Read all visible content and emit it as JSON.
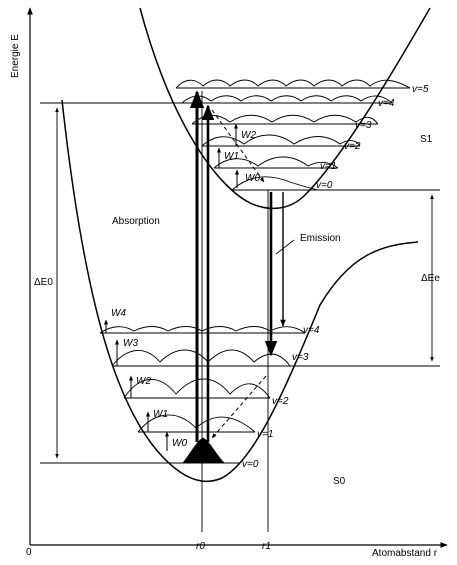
{
  "axes": {
    "y_label": "Energie E",
    "x_label": "Atomabstand r",
    "origin": "0",
    "r0": "r0",
    "r1": "r1"
  },
  "labels": {
    "absorption": "Absorption",
    "emission": "Emission",
    "delta_e0": "ΔE0",
    "delta_ee": "ΔEe",
    "s0": "S0",
    "s1": "S1"
  },
  "upper_levels": [
    "v=0",
    "v=1",
    "v=2",
    "v=3",
    "v=4",
    "v=5"
  ],
  "upper_widths": [
    "W0",
    "W1",
    "W2"
  ],
  "lower_levels": [
    "v=0",
    "v=1",
    "v=2",
    "v=3",
    "v=4"
  ],
  "lower_widths": [
    "W0",
    "W1",
    "W2",
    "W3",
    "W4"
  ],
  "colors": {
    "ink": "#000000",
    "paper": "#ffffff"
  }
}
